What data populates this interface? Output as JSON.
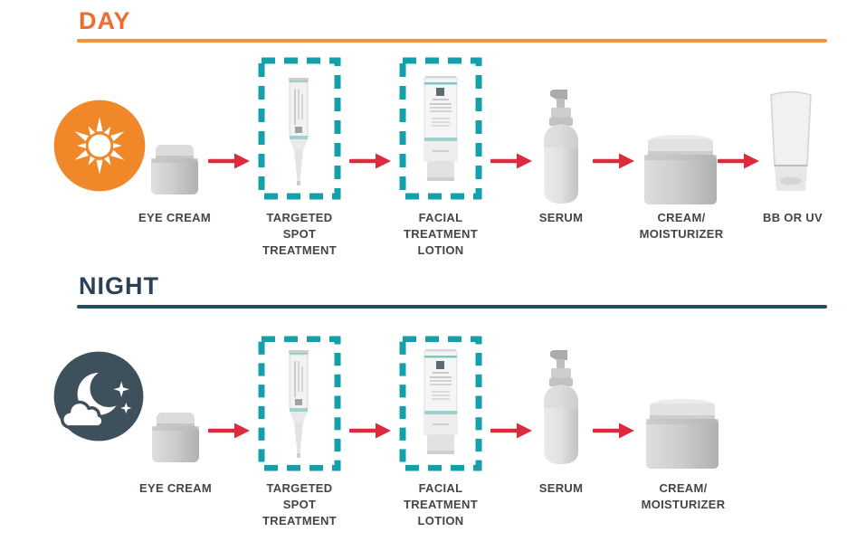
{
  "colors": {
    "day_heading": "#ef6c31",
    "day_rule": "#f2913e",
    "sun_badge": "#f0882a",
    "night_heading": "#2b4059",
    "night_rule": "#1e4f5a",
    "night_badge": "#3f505d",
    "highlight_dash": "#13a0ab",
    "arrow_red": "#dd2a3c",
    "label_text": "#42454d"
  },
  "sections": [
    {
      "heading": "DAY",
      "icon": "sun",
      "items": [
        {
          "name": "eye-cream",
          "label": "EYE CREAM",
          "highlighted": false
        },
        {
          "name": "targeted-spot-treatment",
          "label": "TARGETED\nSPOT\nTREATMENT",
          "highlighted": true
        },
        {
          "name": "facial-treatment-lotion",
          "label": "FACIAL\nTREATMENT\nLOTION",
          "highlighted": true
        },
        {
          "name": "serum",
          "label": "SERUM",
          "highlighted": false
        },
        {
          "name": "cream-moisturizer",
          "label": "CREAM/\nMOISTURIZER",
          "highlighted": false
        },
        {
          "name": "bb-or-uv",
          "label": "BB OR UV",
          "highlighted": false
        }
      ]
    },
    {
      "heading": "NIGHT",
      "icon": "moon",
      "items": [
        {
          "name": "eye-cream",
          "label": "EYE CREAM",
          "highlighted": false
        },
        {
          "name": "targeted-spot-treatment",
          "label": "TARGETED\nSPOT\nTREATMENT",
          "highlighted": true
        },
        {
          "name": "facial-treatment-lotion",
          "label": "FACIAL\nTREATMENT\nLOTION",
          "highlighted": true
        },
        {
          "name": "serum",
          "label": "SERUM",
          "highlighted": false
        },
        {
          "name": "cream-moisturizer",
          "label": "CREAM/\nMOISTURIZER",
          "highlighted": false
        }
      ]
    }
  ]
}
